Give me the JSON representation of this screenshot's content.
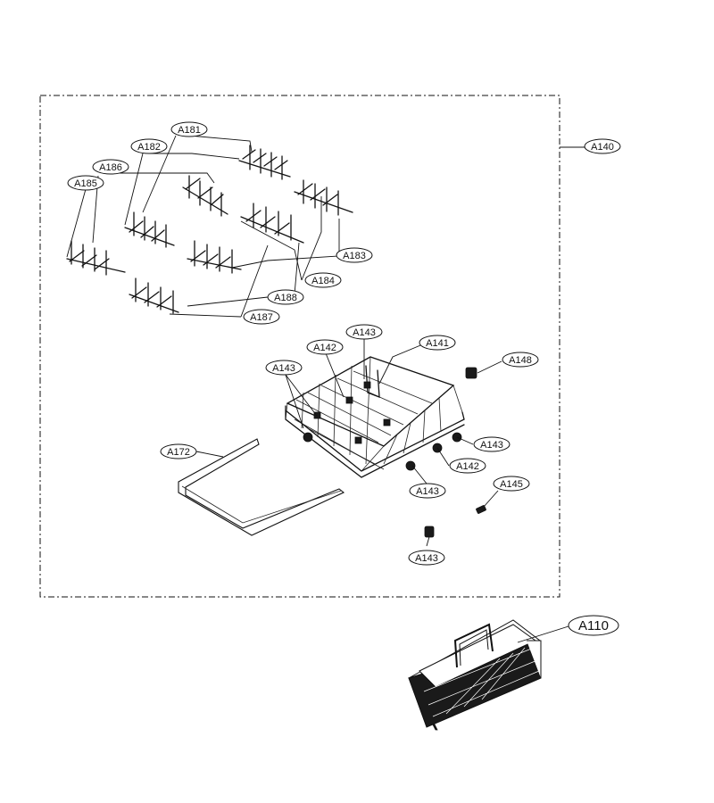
{
  "callouts": {
    "A181": "A181",
    "A182": "A182",
    "A186": "A186",
    "A185": "A185",
    "A183": "A183",
    "A184": "A184",
    "A188": "A188",
    "A187": "A187",
    "A140": "A140",
    "A143_top": "A143",
    "A141": "A141",
    "A142_top": "A142",
    "A143_left": "A143",
    "A148": "A148",
    "A143_right": "A143",
    "A142_right": "A142",
    "A172": "A172",
    "A143_bottom": "A143",
    "A145": "A145",
    "A143_lower": "A143",
    "A110": "A110"
  },
  "colors": {
    "line": "#111111",
    "background": "#ffffff",
    "part_fill": "#1a1a1a"
  }
}
